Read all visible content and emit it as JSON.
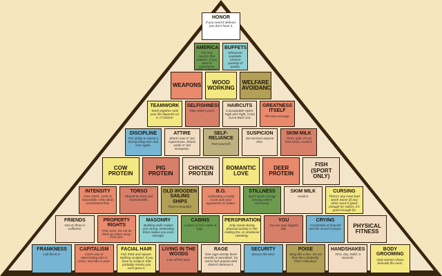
{
  "pyramid": {
    "rows": [
      [
        {
          "title": "HONOR",
          "desc": "If you need it defined, you don't have it.",
          "color": "#ffffff"
        }
      ],
      [
        {
          "title": "AMERICA",
          "desc": "The only country that matters. If you want to experience other 'cultures' use an atlas or a ham radio.",
          "color": "#6c9b4f"
        },
        {
          "title": "BUFFETS",
          "desc": "Whenever available. Choose quantity of quality.",
          "color": "#8fd0d2"
        }
      ],
      [
        {
          "title": "WEAPONS",
          "desc": "",
          "color": "#e98a6d"
        },
        {
          "title": "WOOD WORKING",
          "desc": "",
          "color": "#f4e882"
        },
        {
          "title": "WELFARE AVOIDANCE",
          "desc": "",
          "color": "#b1a056"
        }
      ],
      [
        {
          "title": "TEAMWORK",
          "desc": "Work together until your life depends on it. IT DOES!",
          "color": "#f4e882"
        },
        {
          "title": "SELFISHNESS",
          "desc": "Take what's yours.",
          "color": "#d87f6a"
        },
        {
          "title": "HAIRCUTS",
          "desc": "3 acceptable styles: High and Tight, Crew Cut & Buzz Cut.",
          "color": "#f2dcc2"
        },
        {
          "title": "GREATNESS ITSELF",
          "desc": "The best revenge.",
          "color": "#e98a6d"
        }
      ],
      [
        {
          "title": "DISCIPLINE",
          "desc": "The ability to repeat a boring thing over and over again.",
          "color": "#76b5d3"
        },
        {
          "title": "ATTIRE",
          "desc": "Shorts over 6\" are supernovas. Shorts under 6\" are European.",
          "color": "#f2dcc2"
        },
        {
          "title": "SELF-RELIANCE",
          "desc": "Trust yourself.",
          "color": "#bfb281"
        },
        {
          "title": "SUSPICION",
          "desc": "Do not trust anyone else.",
          "color": "#f2dcc2"
        },
        {
          "title": "SKIM MILK",
          "desc": "That's right. It's on here twice. Avoid it.",
          "color": "#d87f6a"
        }
      ],
      [
        {
          "title": "COW PROTEIN",
          "desc": "",
          "color": "#f4e882"
        },
        {
          "title": "PIG PROTEIN",
          "desc": "",
          "color": "#d87f6a"
        },
        {
          "title": "CHICKEN PROTEIN",
          "desc": "",
          "color": "#f2dcc2"
        },
        {
          "title": "ROMANTIC LOVE",
          "desc": "",
          "color": "#f4e882"
        },
        {
          "title": "DEER PROTEIN",
          "desc": "",
          "color": "#e98a6d"
        },
        {
          "title": "FISH (SPORT ONLY)",
          "desc": "",
          "color": "#f2dcc2"
        }
      ],
      [
        {
          "title": "INTENSITY",
          "desc": "Give 100%. 110% is impossible. Only idiots recommend that.",
          "color": "#e98a6d"
        },
        {
          "title": "TORSO",
          "desc": "Should be thick and impenetrable.",
          "color": "#d87f6a"
        },
        {
          "title": "OLD WOODEN SAILING SHIPS",
          "desc": "They're beautiful.",
          "color": "#b1a056"
        },
        {
          "title": "B.O.",
          "desc": "Cultivating a manly musk puts your opponents on notice.",
          "color": "#e98a6d"
        },
        {
          "title": "STILLNESS",
          "desc": "Don't waste energy moving unless necessary.",
          "color": "#6c9b4f"
        },
        {
          "title": "SKIM MILK",
          "desc": "Avoid it.",
          "color": "#f2dcc2"
        },
        {
          "title": "CURSING",
          "desc": "There's any more bad word! Some (f) any other word is good enough for sailors, it's good enough for",
          "color": "#f4e882"
        }
      ],
      [
        {
          "title": "FRIENDS",
          "desc": "One to three is sufficient.",
          "color": "#f2dcc2"
        },
        {
          "title": "PROPERTY RIGHTS",
          "desc": "They exist. Do not let them be taken away from you.",
          "color": "#e98a6d"
        },
        {
          "title": "MASONRY",
          "desc": "Building walls makes you strong. Defending them makes you even stronger.",
          "color": "#8fd0d2"
        },
        {
          "title": "CABINS",
          "desc": "A place of rest made of logs.",
          "color": "#6c9b4f"
        },
        {
          "title": "PERSPIRATION",
          "desc": "Only sweat during physical activity or the making fire, or emotional sweating.",
          "color": "#f4e882"
        },
        {
          "title": "YOU",
          "desc": "You are your biggest ally.",
          "color": "#d87f6a"
        },
        {
          "title": "CRYING",
          "desc": "Acceptable at funerals and the Grand Canyon.",
          "color": "#76b5d3"
        },
        {
          "title": "PHYSICAL FITNESS",
          "desc": "",
          "color": "#f2dcc2"
        }
      ],
      [
        {
          "title": "FRANKNESS",
          "desc": "Call the B.S.",
          "color": "#76b5d3"
        },
        {
          "title": "CAPITALISM",
          "desc": "God's way of determining who is smart, and who is poor.",
          "color": "#e98a6d"
        },
        {
          "title": "FACIAL HAIR",
          "desc": "Full, thick and square. Nothing sculpted. If you have to sculpt it, that probably means you can't grow it.",
          "color": "#f4e882"
        },
        {
          "title": "LIVING IN THE WOODS",
          "desc": "Live off the land.",
          "color": "#d87f6a"
        },
        {
          "title": "RAGE",
          "desc": "One rage activity three months is permitted. Try not to hurt anyone who doesn't deserve it.",
          "color": "#f2dcc2"
        },
        {
          "title": "SECURITY",
          "desc": "Secure the land.",
          "color": "#76b5d3"
        },
        {
          "title": "POISE",
          "desc": "Sting like a bee. Do not float like a butterfly. That's ridiculous.",
          "color": "#b1a056"
        },
        {
          "title": "HANDSHAKES",
          "desc": "Firm, Dry, Solid. 3 seconds.",
          "color": "#f2dcc2"
        },
        {
          "title": "BODY GROOMING",
          "desc": "Only women shave beneath the neck.",
          "color": "#f4e882"
        }
      ]
    ]
  }
}
